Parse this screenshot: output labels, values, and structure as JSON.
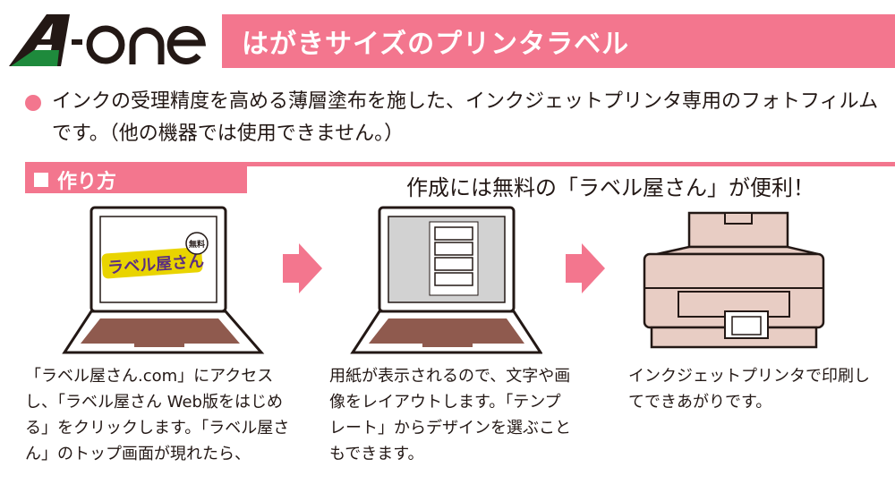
{
  "brand": {
    "logo_text": "A-one"
  },
  "title": "はがきサイズのプリンタラベル",
  "bullet_text": "インクの受理精度を高める薄層塗布を施した、インクジェットプリンタ専用のフォトフィルムです。（他の機器では使用できません。）",
  "section": {
    "label": "作り方"
  },
  "free_note": "作成には無料の「ラベル屋さん」が便利！",
  "screen_logo": {
    "main": "ラベル屋さん",
    "badge": "無料"
  },
  "steps": [
    {
      "caption": "「ラベル屋さん.com」にアクセスし、「ラベル屋さん Web版をはじめる」をクリックします。「ラベル屋さん」のトップ画面が現れたら、"
    },
    {
      "caption": "用紙が表示されるので、文字や画像をレイアウトします。「テンプレート」からデザインを選ぶこともできます。"
    },
    {
      "caption": "インクジェットプリンタで印刷してできあがりです。"
    }
  ],
  "colors": {
    "accent": "#f3768e",
    "laptop_body": "#8f5a4e",
    "printer_body": "#e8cdc4",
    "green": "#1e8a3c"
  }
}
